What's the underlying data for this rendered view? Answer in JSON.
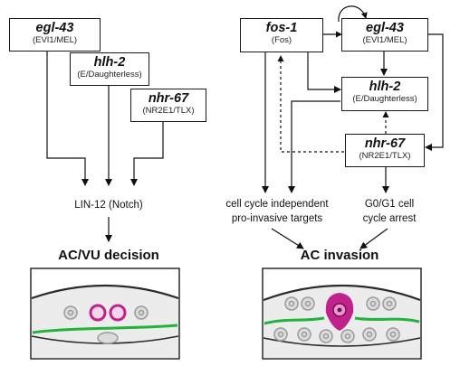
{
  "colors": {
    "membrane_green": "#22b33a",
    "cell_fill": "#dcdcdc",
    "anchor_cell_magenta": "#c0218a",
    "panel_fill": "#ececec",
    "outline": "#2b2b2b"
  },
  "left": {
    "egl43": {
      "name": "egl-43",
      "sub": "(EVI1/MEL)"
    },
    "hlh2": {
      "name": "hlh-2",
      "sub": "(E/Daughterless)"
    },
    "nhr67": {
      "name": "nhr-67",
      "sub": "(NR2E1/TLX)"
    },
    "lin12_label": "LIN-12 (Notch)",
    "title": "AC/VU decision"
  },
  "right": {
    "fos1": {
      "name": "fos-1",
      "sub": "(Fos)"
    },
    "egl43": {
      "name": "egl-43",
      "sub": "(EVI1/MEL)"
    },
    "hlh2": {
      "name": "hlh-2",
      "sub": "(E/Daughterless)"
    },
    "nhr67": {
      "name": "nhr-67",
      "sub": "(NR2E1/TLX)"
    },
    "targets_line1": "cell cycle independent",
    "targets_line2": "pro-invasive targets",
    "arrest_line1": "G0/G1 cell",
    "arrest_line2": "cycle arrest",
    "title": "AC invasion"
  }
}
